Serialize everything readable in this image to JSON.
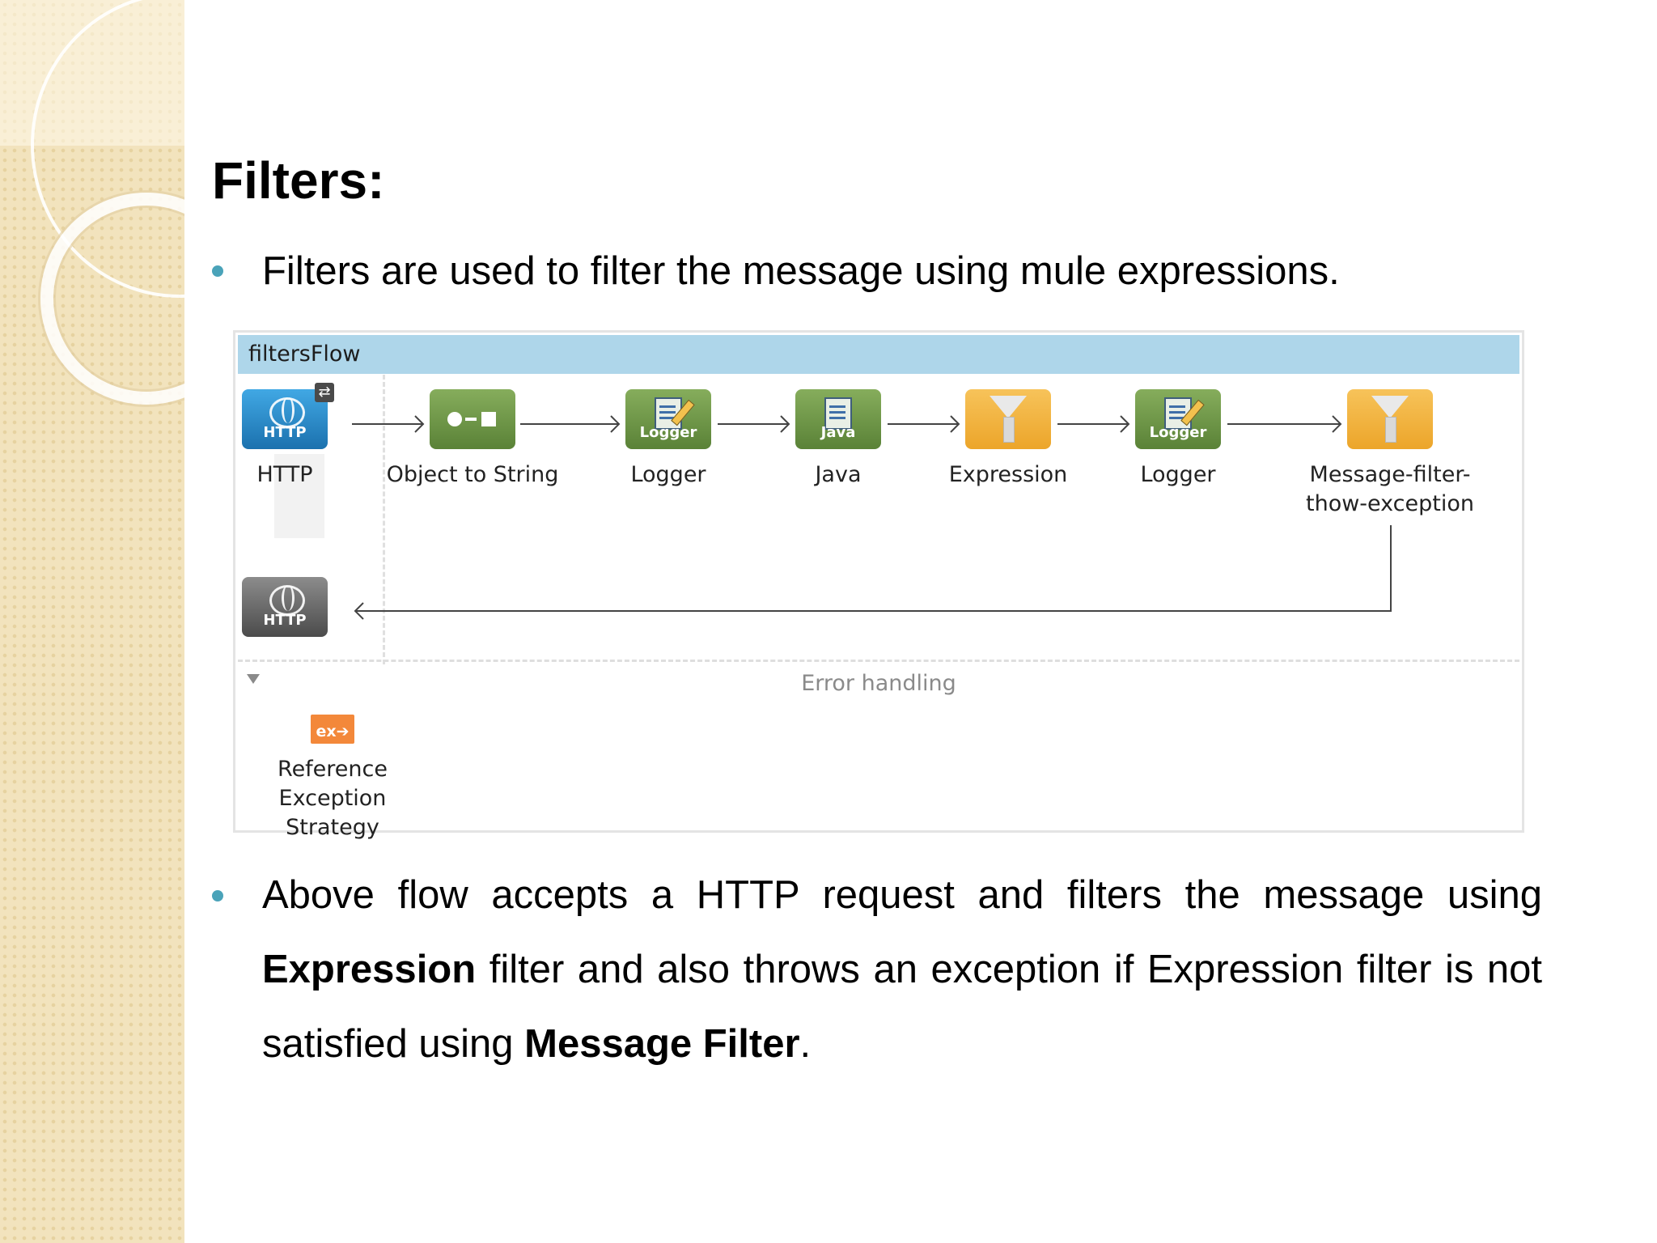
{
  "slide": {
    "title": "Filters:",
    "bullet1": "Filters are used to filter the message using mule expressions.",
    "bullet2": {
      "part1": "Above flow accepts a HTTP request and filters the message using ",
      "bold1": "Expression",
      "part2": " filter and also throws an exception if Expression filter is not satisfied using  ",
      "bold2": "Message Filter",
      "part3": "."
    }
  },
  "flow": {
    "name": "filtersFlow",
    "nodes": [
      {
        "label": "HTTP",
        "icon_text": "HTTP",
        "icon": "http-globe-icon"
      },
      {
        "label": "Object to String",
        "icon": "transformer-icon"
      },
      {
        "label": "Logger",
        "icon_text": "Logger",
        "icon": "logger-icon"
      },
      {
        "label": "Java",
        "icon_text": "Java",
        "icon": "java-icon"
      },
      {
        "label": "Expression",
        "icon": "filter-funnel-icon"
      },
      {
        "label": "Logger",
        "icon_text": "Logger",
        "icon": "logger-icon"
      },
      {
        "label": "Message-filter-thow-exception",
        "label_line1": "Message-filter-",
        "label_line2": "thow-exception",
        "icon": "filter-funnel-icon"
      }
    ],
    "response": {
      "icon_text": "HTTP",
      "icon": "http-globe-icon"
    },
    "exchange_badge": "⇄",
    "error_handling": {
      "title": "Error handling",
      "strategy_icon_text": "ex➔",
      "strategy_line1": "Reference",
      "strategy_line2": "Exception Strategy"
    }
  },
  "colors": {
    "header_bar": "#aed6ea",
    "bullet": "#4aa3b9",
    "http_blue": "#2b8fd0",
    "processor_green": "#6f9648",
    "filter_orange": "#f0b040",
    "exception_orange": "#f3883a"
  }
}
